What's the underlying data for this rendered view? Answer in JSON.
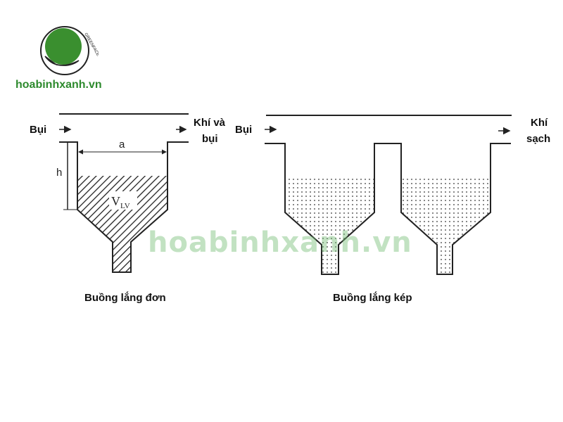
{
  "brand": {
    "site": "hoabinhxanh.vn",
    "ring_text": "GREENFACE",
    "primary_color": "#2d8a2d"
  },
  "watermark": "hoabinhxanh.vn",
  "single_chamber": {
    "inlet_label": "Bụi",
    "outlet_label_line1": "Khí và",
    "outlet_label_line2": "bụi",
    "width_label": "a",
    "height_label": "h",
    "volume_label": "V",
    "volume_subscript": "LV",
    "caption": "Buồng lắng đơn"
  },
  "double_chamber": {
    "inlet_label": "Bụi",
    "outlet_label_line1": "Khí",
    "outlet_label_line2": "sạch",
    "caption": "Buồng lắng kép"
  }
}
